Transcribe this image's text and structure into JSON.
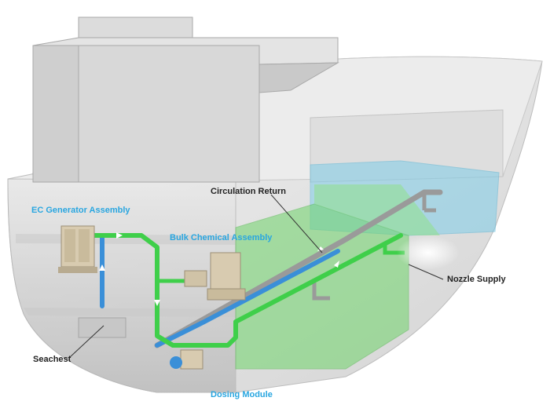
{
  "labels": {
    "ec_generator": "EC Generator Assembly",
    "bulk_chemical": "Bulk Chemical Assembly",
    "circulation_return": "Circulation Return",
    "nozzle_supply": "Nozzle Supply",
    "seachest": "Seachest",
    "dosing_module": "Dosing Module"
  },
  "colors": {
    "hull": "#e6e6e6",
    "hull_shadow": "#cfcfcf",
    "superstructure": "#d9d9d9",
    "tank_blue": "#7fcde8",
    "tank_green": "#6fd46a",
    "pipe_green": "#3fcf4a",
    "pipe_blue": "#3a8fd8",
    "pipe_grey": "#9a9a9a",
    "equipment": "#d8cbb0",
    "label_blue": "#29a6e0",
    "label_dark": "#222222"
  },
  "icons": {
    "flow_arrow": "flow-arrow-icon",
    "spray": "spray-icon"
  }
}
